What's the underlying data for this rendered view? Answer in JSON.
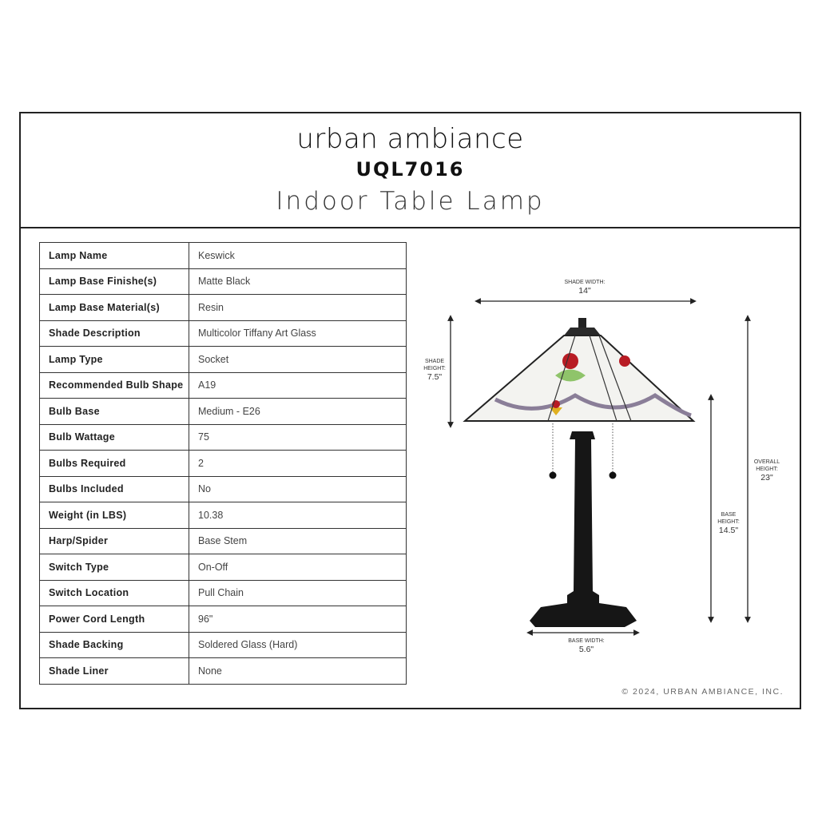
{
  "header": {
    "brand": "urban ambiance",
    "model": "UQL7016",
    "product_type": "Indoor Table Lamp"
  },
  "specs": [
    {
      "label": "Lamp Name",
      "value": "Keswick"
    },
    {
      "label": "Lamp Base Finishe(s)",
      "value": "Matte Black"
    },
    {
      "label": "Lamp Base Material(s)",
      "value": "Resin"
    },
    {
      "label": "Shade Description",
      "value": "Multicolor Tiffany Art Glass"
    },
    {
      "label": "Lamp Type",
      "value": "Socket"
    },
    {
      "label": "Recommended Bulb Shape",
      "value": "A19"
    },
    {
      "label": "Bulb Base",
      "value": "Medium - E26"
    },
    {
      "label": "Bulb Wattage",
      "value": "75"
    },
    {
      "label": "Bulbs Required",
      "value": "2"
    },
    {
      "label": "Bulbs Included",
      "value": "No"
    },
    {
      "label": "Weight (in LBS)",
      "value": "10.38"
    },
    {
      "label": "Harp/Spider",
      "value": "Base Stem"
    },
    {
      "label": "Switch Type",
      "value": "On-Off"
    },
    {
      "label": "Switch Location",
      "value": "Pull Chain"
    },
    {
      "label": "Power Cord Length",
      "value": "96\""
    },
    {
      "label": "Shade Backing",
      "value": "Soldered Glass (Hard)"
    },
    {
      "label": "Shade Liner",
      "value": "None"
    }
  ],
  "dimensions": {
    "shade_width": {
      "label": "SHADE WIDTH:",
      "value": "14\""
    },
    "shade_height": {
      "label1": "SHADE",
      "label2": "HEIGHT:",
      "value": "7.5\""
    },
    "overall_height": {
      "label1": "OVERALL",
      "label2": "HEIGHT:",
      "value": "23\""
    },
    "base_height": {
      "label1": "BASE",
      "label2": "HEIGHT:",
      "value": "14.5\""
    },
    "base_width": {
      "label": "BASE WIDTH:",
      "value": "5.6\""
    }
  },
  "footer": {
    "copyright": "© 2024, URBAN AMBIANCE, INC."
  }
}
